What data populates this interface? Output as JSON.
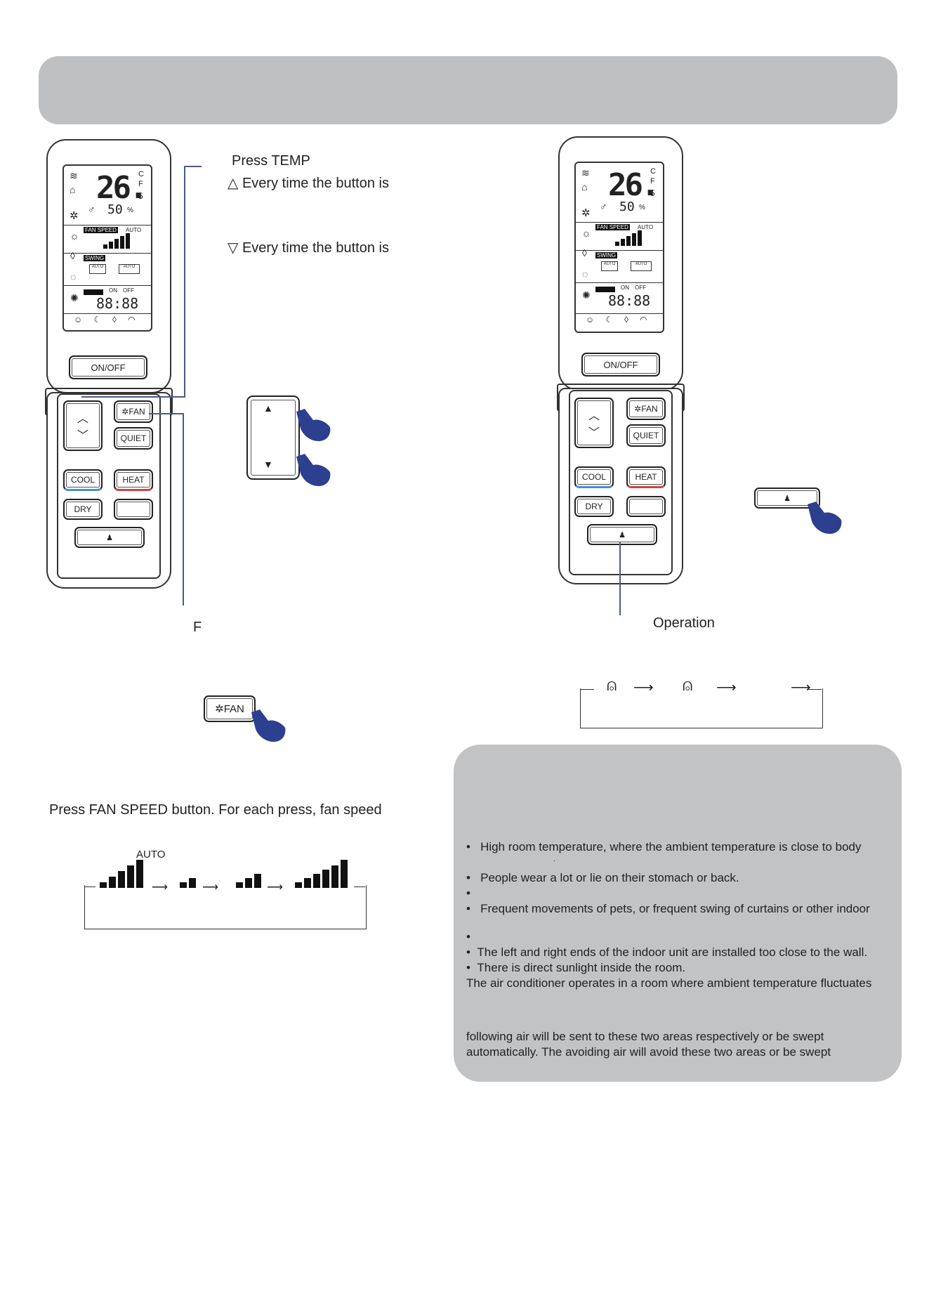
{
  "temp": {
    "press_label": "Press TEMP",
    "up_text": "Every time the button is",
    "down_text": "Every time the button is"
  },
  "fan": {
    "callout_letter": "F",
    "press_text": "Press FAN SPEED button. For each press, fan speed",
    "auto_label": "AUTO",
    "button_label": "FAN"
  },
  "swing": {
    "operation_label": "Operation"
  },
  "remote": {
    "temp_digits": "26.",
    "deg_c": "C",
    "deg_f": "F",
    "half": "5",
    "humidity": "50",
    "percent": "%",
    "fan_speed_tag": "FAN SPEED",
    "auto_tag": "AUTO",
    "swing_tag": "SWING",
    "auto_small": "AUTO",
    "on_label": "ON",
    "off_label": "OFF",
    "clock": "88:88",
    "onoff": "ON/OFF",
    "fan_btn": "FAN",
    "quiet": "QUIET",
    "cool": "COOL",
    "heat": "HEAT",
    "dry": "DRY"
  },
  "notes": {
    "items": [
      "High room temperature, where the ambient temperature is close to body",
      ".",
      "People wear a lot or lie on their stomach or back.",
      "",
      "Frequent movements of pets, or frequent swing of curtains or other indoor",
      "",
      "The left and right ends of the indoor unit are installed too close to the wall.",
      "There is direct sunlight inside the room."
    ],
    "para1": "The air conditioner operates in a room where ambient temperature fluctuates",
    "para2a": "following air will be sent to these two areas respectively or be swept",
    "para2b": "automatically. The avoiding air will avoid these two areas or be swept"
  },
  "colors": {
    "header_bg": "#bfc0c2",
    "note_bg": "#c2c3c5",
    "hand": "#2d3f8f",
    "callout_line": "#4a5a8a"
  }
}
